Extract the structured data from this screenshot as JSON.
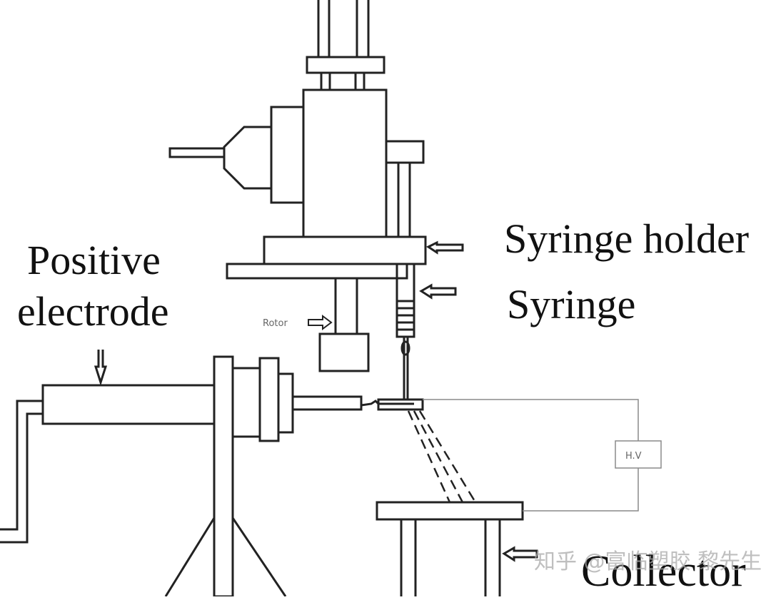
{
  "labels": {
    "syringe_holder": "Syringe holder",
    "syringe": "Syringe",
    "positive": "Positive",
    "electrode": "electrode",
    "collector": "Collector",
    "rotor": "Rotor",
    "hv": "H.V"
  },
  "watermark": "知乎 @富临塑胶 黎先生",
  "colors": {
    "line": "#222222",
    "light_line": "#8a8a8a",
    "background": "#ffffff"
  }
}
